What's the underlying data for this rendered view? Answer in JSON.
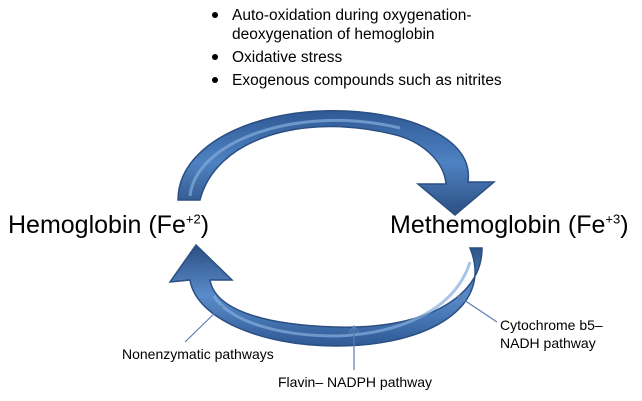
{
  "bullets": [
    {
      "line1": "Auto-oxidation during oxygenation-",
      "line2": "deoxygenation of hemoglobin"
    },
    {
      "line1": "Oxidative stress"
    },
    {
      "line1": "Exogenous compounds such as nitrites"
    }
  ],
  "hemoglobin": {
    "text": "Hemoglobin (Fe",
    "charge": "+2",
    "close": ")"
  },
  "methemoglobin": {
    "text": "Methemoglobin (Fe",
    "charge": "+3",
    "close": ")"
  },
  "pathways": {
    "nonenzymatic": "Nonenzymatic pathways",
    "flavin": "Flavin– NADPH pathway",
    "cytochrome_line1": "Cytochrome b5–",
    "cytochrome_line2": "NADH pathway"
  },
  "colors": {
    "arrow_fill": "#4a7ab8",
    "arrow_dark": "#2b4f82",
    "arrow_light": "#7ea6d8",
    "pointer_line": "#5a7fb0"
  }
}
